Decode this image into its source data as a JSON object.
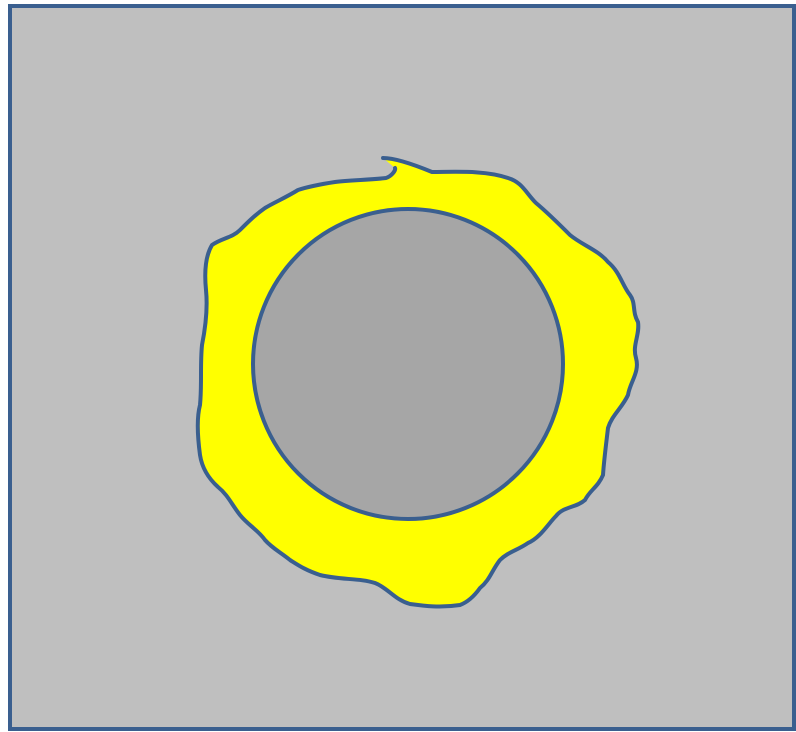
{
  "diagram": {
    "colors": {
      "background": "#bfbfbf",
      "frame_stroke": "#3a5f8f",
      "ring_fill": "#ffff00",
      "ring_stroke": "#3a5f8f",
      "core_fill": "#a6a6a6",
      "core_stroke": "#3a5f8f"
    },
    "elements": [
      "background-panel",
      "irregular-yellow-ring",
      "inner-gray-circle"
    ]
  }
}
